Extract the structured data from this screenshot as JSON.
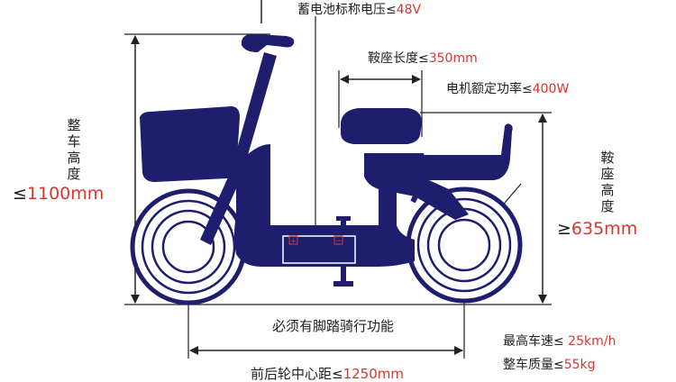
{
  "colors": {
    "bike": "#1f1d6e",
    "wheel_bg": "#ffffff",
    "line": "#222222",
    "value": "#d8372f"
  },
  "specs": {
    "battery_voltage": {
      "label": "蓄电池标称电压",
      "symbol": "≤",
      "value": "48V"
    },
    "saddle_length": {
      "label": "鞍座长度",
      "symbol": "≤",
      "value": "350mm"
    },
    "motor_power": {
      "label": "电机额定功率",
      "symbol": "≤",
      "value": "400W"
    },
    "total_height": {
      "label": "整车高度",
      "symbol": "≤",
      "value": "1100mm"
    },
    "saddle_height": {
      "label": "鞍座高度",
      "symbol": "≥",
      "value": "635mm"
    },
    "pedal": {
      "label": "必须有脚踏骑行功能"
    },
    "max_speed": {
      "label": "最高车速",
      "symbol": "≤",
      "value": " 25km/h"
    },
    "total_mass": {
      "label": "整车质量",
      "symbol": "≤",
      "value": "55kg"
    },
    "wheelbase": {
      "label": "前后轮中心距",
      "symbol": "≤",
      "value": "1250mm"
    }
  },
  "battery_marks": {
    "plus": "+",
    "minus": "−"
  }
}
